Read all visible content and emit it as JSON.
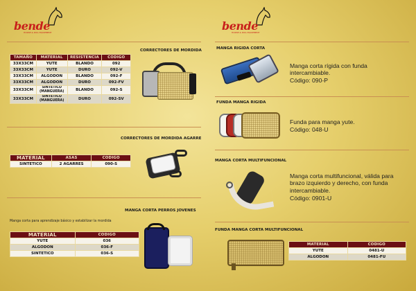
{
  "logo": {
    "brand": "bende",
    "tagline": "HORSE & DOG EQUIPMENT"
  },
  "left": {
    "s1": {
      "title": "CORRECTORES DE MORDIDA",
      "headers": [
        "TAMAÑO",
        "MATERIAL",
        "RESISTENCIA",
        "CODIGO"
      ],
      "rows": [
        [
          "33X33CM",
          "YUTE",
          "BLANDO",
          "092"
        ],
        [
          "33X33CM",
          "YUTE",
          "DURO",
          "092-V"
        ],
        [
          "33X33CM",
          "ALGODON",
          "BLANDO",
          "092-F"
        ],
        [
          "33X33CM",
          "ALGODON",
          "DURO",
          "092-FV"
        ],
        [
          "33X33CM",
          "SINTETICO (MANGUERA)",
          "BLANDO",
          "092-S"
        ],
        [
          "33X33CM",
          "SINTETICO (MANGUERA)",
          "DURO",
          "092-SV"
        ]
      ]
    },
    "s2": {
      "title": "CORRECTORES DE MORDIDA AGARRE",
      "headers": [
        "MATERIAL",
        "ASAS",
        "CODIGO"
      ],
      "rows": [
        [
          "SINTETICO",
          "2 AGARRES",
          "090-S"
        ]
      ]
    },
    "s3": {
      "title": "MANGA CORTA PERROS JOVENES",
      "desc": "Manga corta para aprendizaje básico y estabilizar la mordida",
      "headers": [
        "MATERIAL",
        "CODIGO"
      ],
      "rows": [
        [
          "YUTE",
          "036"
        ],
        [
          "ALGODON",
          "036-F"
        ],
        [
          "SINTETICO",
          "036-S"
        ]
      ]
    }
  },
  "right": {
    "s1": {
      "title": "MANGA RIGIDA CORTA",
      "desc": "Manga corta rígida con funda intercambiable.",
      "code": "Código: 090-P"
    },
    "s2": {
      "title": "FUNDA MANGA RIGIDA",
      "desc": "Funda para manga yute.",
      "code": "Código: 048-U"
    },
    "s3": {
      "title": "MANGA CORTA MULTIFUNCIONAL",
      "desc": "Manga corta multifuncional, válida para brazo izquierdo y derecho, con funda intercambiable.",
      "code": "Código: 0901-U"
    },
    "s4": {
      "title": "FUNDA MANGA CORTA MULTIFUNCIONAL",
      "headers": [
        "MATERIAL",
        "CODIGO"
      ],
      "rows": [
        [
          "YUTE",
          "0481-U"
        ],
        [
          "ALGODON",
          "0481-FU"
        ]
      ]
    }
  },
  "colors": {
    "brand_red": "#c8201b",
    "header_maroon": "#6b0f14",
    "divider": "#c98f52"
  },
  "icons": [
    "horse-head-icon"
  ]
}
